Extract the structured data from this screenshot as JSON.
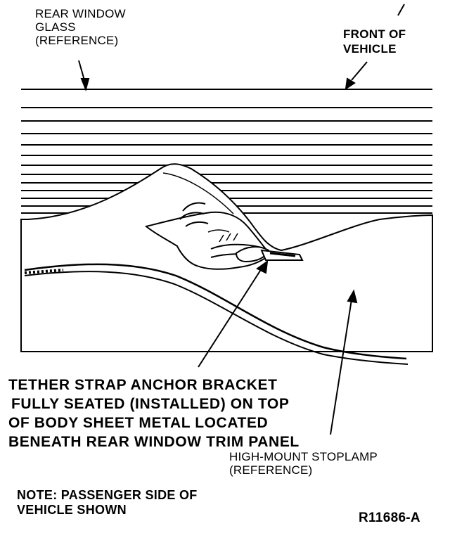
{
  "labels": {
    "rear_window_glass": [
      "REAR WINDOW",
      "GLASS",
      "(REFERENCE)"
    ],
    "front_of_vehicle": [
      "FRONT OF",
      "VEHICLE"
    ],
    "tether_bracket": [
      "TETHER STRAP ANCHOR BRACKET",
      "FULLY SEATED (INSTALLED) ON TOP",
      "OF BODY SHEET METAL LOCATED",
      "BENEATH REAR WINDOW TRIM PANEL"
    ],
    "stoplamp": [
      "HIGH-MOUNT STOPLAMP",
      "(REFERENCE)"
    ],
    "note": [
      "NOTE: PASSENGER SIDE OF",
      "VEHICLE SHOWN"
    ],
    "figure_code": "R11686-A"
  },
  "colors": {
    "ink": "#000000",
    "paper": "#ffffff"
  }
}
